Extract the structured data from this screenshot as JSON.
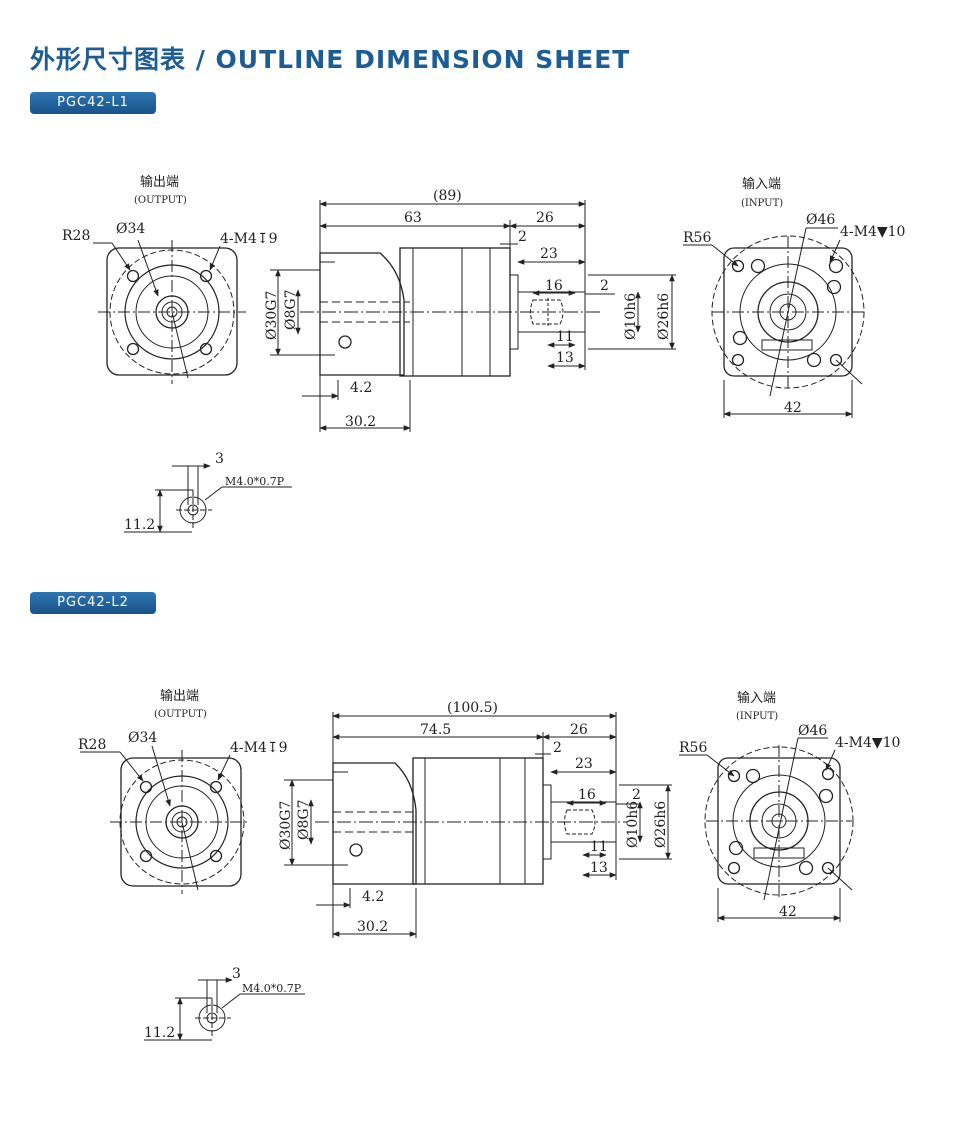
{
  "page": {
    "title": "外形尺寸图表 / OUTLINE DIMENSION SHEET"
  },
  "models": [
    {
      "badge": "PGC42-L1",
      "output_view": {
        "label_cn": "输出端",
        "label_en": "(OUTPUT)",
        "r": "R28",
        "d": "Ø34",
        "holes": "4-M4↧9"
      },
      "side_view": {
        "overall": "(89)",
        "a": "63",
        "b": "26",
        "c": "2",
        "d": "23",
        "e": "16",
        "f": "2",
        "g": "11",
        "h": "13",
        "bore1": "Ø30G7",
        "bore2": "Ø8G7",
        "shaft1": "Ø10h6",
        "shaft2": "Ø26h6",
        "p": "4.2",
        "q": "30.2"
      },
      "input_view": {
        "label_cn": "输入端",
        "label_en": "(INPUT)",
        "r": "R56",
        "d": "Ø46",
        "holes": "4-M4▼10",
        "w": "42"
      },
      "detail": {
        "a": "3",
        "thread": "M4.0*0.7P",
        "b": "11.2"
      }
    },
    {
      "badge": "PGC42-L2",
      "output_view": {
        "label_cn": "输出端",
        "label_en": "(OUTPUT)",
        "r": "R28",
        "d": "Ø34",
        "holes": "4-M4↧9"
      },
      "side_view": {
        "overall": "(100.5)",
        "a": "74.5",
        "b": "26",
        "c": "2",
        "d": "23",
        "e": "16",
        "f": "2",
        "g": "11",
        "h": "13",
        "bore1": "Ø30G7",
        "bore2": "Ø8G7",
        "shaft1": "Ø10h6",
        "shaft2": "Ø26h6",
        "p": "4.2",
        "q": "30.2"
      },
      "input_view": {
        "label_cn": "输入端",
        "label_en": "(INPUT)",
        "r": "R56",
        "d": "Ø46",
        "holes": "4-M4▼10",
        "w": "42"
      },
      "detail": {
        "a": "3",
        "thread": "M4.0*0.7P",
        "b": "11.2"
      }
    }
  ]
}
